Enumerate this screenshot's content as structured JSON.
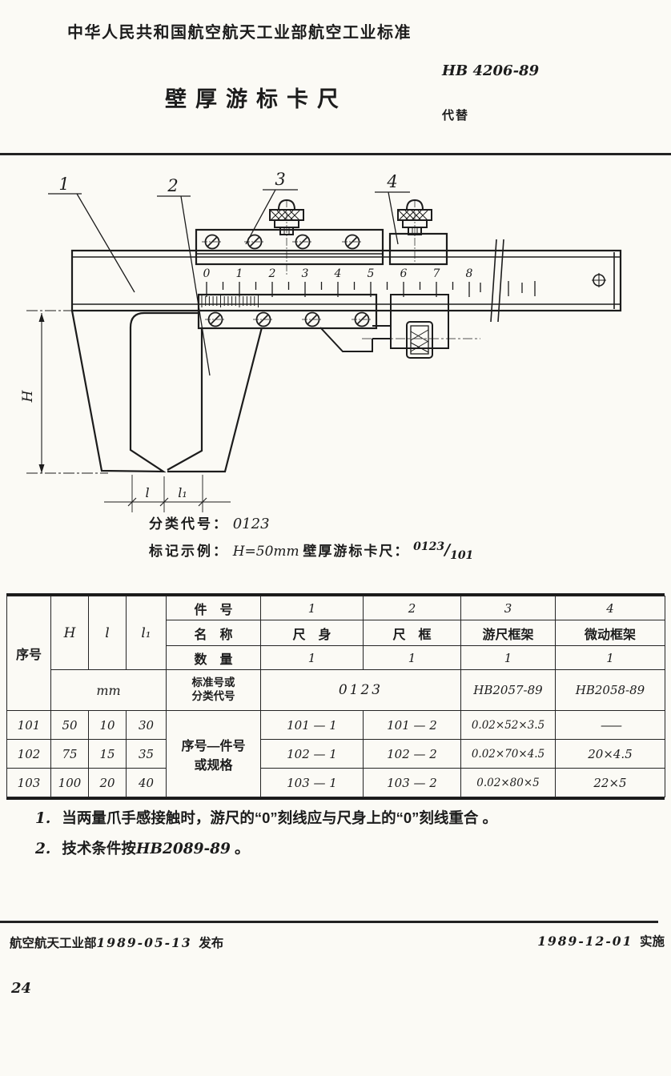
{
  "doc": {
    "header": "中华人民共和国航空航天工业部航空工业标准",
    "std_no": "HB 4206-89",
    "replaces_label": "代替",
    "title": "壁厚游标卡尺",
    "page_number": "24"
  },
  "drawing": {
    "part_labels": [
      "1",
      "2",
      "3",
      "4"
    ],
    "scale_numbers": [
      "0",
      "1",
      "2",
      "3",
      "4",
      "5",
      "6",
      "7",
      "8"
    ],
    "dim_height": "H",
    "dim_l": "l",
    "dim_l1": "l₁"
  },
  "classification": {
    "label": "分类代号：",
    "value": "0123"
  },
  "marking": {
    "label": "标记示例：",
    "spec": "H=50mm",
    "name": "壁厚游标卡尺：",
    "frac_top": "0123",
    "frac_slash": "∕",
    "frac_bot": "101"
  },
  "table": {
    "corner": "序号",
    "col_h": "H",
    "col_l": "l",
    "col_l1": "l₁",
    "unit": "mm",
    "row_part_no": {
      "label": "件　号",
      "values": [
        "1",
        "2",
        "3",
        "4"
      ]
    },
    "row_name": {
      "label": "名　称",
      "values": [
        "尺　身",
        "尺　框",
        "游尺框架",
        "微动框架"
      ]
    },
    "row_qty": {
      "label": "数　量",
      "values": [
        "1",
        "1",
        "1",
        "1"
      ]
    },
    "row_std": {
      "label_line1": "标准号或",
      "label_line2": "分类代号",
      "span_value": "0123",
      "v3": "HB2057-89",
      "v4": "HB2058-89"
    },
    "spec_label_line1": "序号—件号",
    "spec_label_line2": "或规格",
    "rows": [
      {
        "no": "101",
        "h": "50",
        "l": "10",
        "l1": "30",
        "c1": "101 — 1",
        "c2": "101 — 2",
        "c3": "0.02×52×3.5",
        "c4": "——"
      },
      {
        "no": "102",
        "h": "75",
        "l": "15",
        "l1": "35",
        "c1": "102 — 1",
        "c2": "102 — 2",
        "c3": "0.02×70×4.5",
        "c4": "20×4.5"
      },
      {
        "no": "103",
        "h": "100",
        "l": "20",
        "l1": "40",
        "c1": "103 — 1",
        "c2": "103 — 2",
        "c3": "0.02×80×5",
        "c4": "22×5"
      }
    ]
  },
  "notes": {
    "n1_no": "1.",
    "n1_text": "当两量爪手感接触时，游尺的“0”刻线应与尺身上的“0”刻线重合 。",
    "n2_no": "2.",
    "n2_pre": "技术条件按",
    "n2_code": "HB2089-89",
    "n2_post": " 。"
  },
  "footer": {
    "issuer": "航空航天工业部",
    "issue_date": "1989-05-13",
    "issue_label": "发布",
    "impl_date": "1989-12-01",
    "impl_label": "实施"
  }
}
